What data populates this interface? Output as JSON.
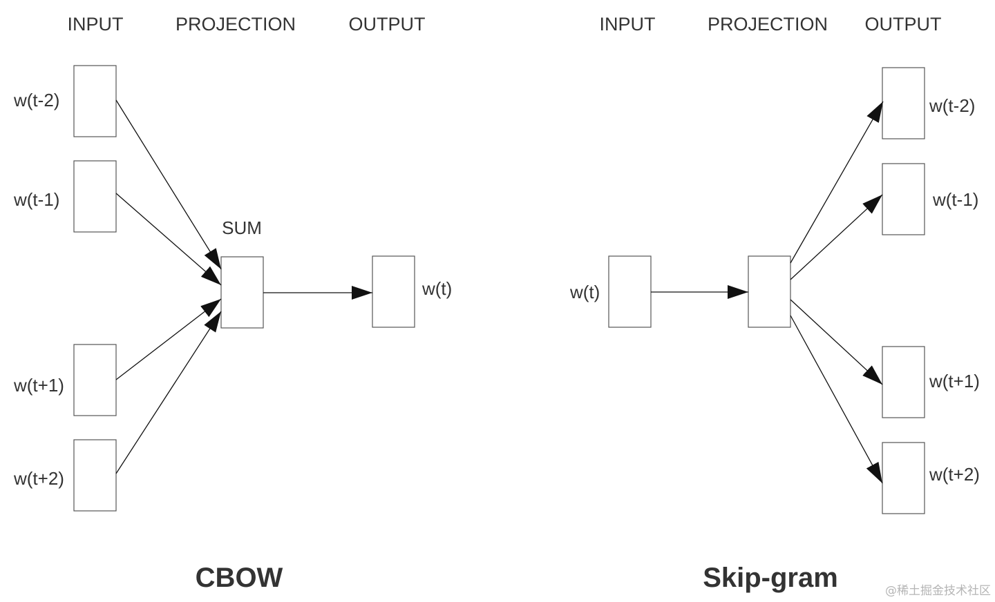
{
  "cbow": {
    "headers": {
      "input": "INPUT",
      "projection": "PROJECTION",
      "output": "OUTPUT"
    },
    "inputs": [
      "w(t-2)",
      "w(t-1)",
      "w(t+1)",
      "w(t+2)"
    ],
    "sum_label": "SUM",
    "output": "w(t)",
    "title": "CBOW"
  },
  "skipgram": {
    "headers": {
      "input": "INPUT",
      "projection": "PROJECTION",
      "output": "OUTPUT"
    },
    "input": "w(t)",
    "outputs": [
      "w(t-2)",
      "w(t-1)",
      "w(t+1)",
      "w(t+2)"
    ],
    "title": "Skip-gram"
  },
  "watermark": "@稀土掘金技术社区",
  "colors": {
    "text": "#333333",
    "box_stroke": "#555555",
    "arrow": "#111111",
    "watermark": "#b5b5b5"
  }
}
